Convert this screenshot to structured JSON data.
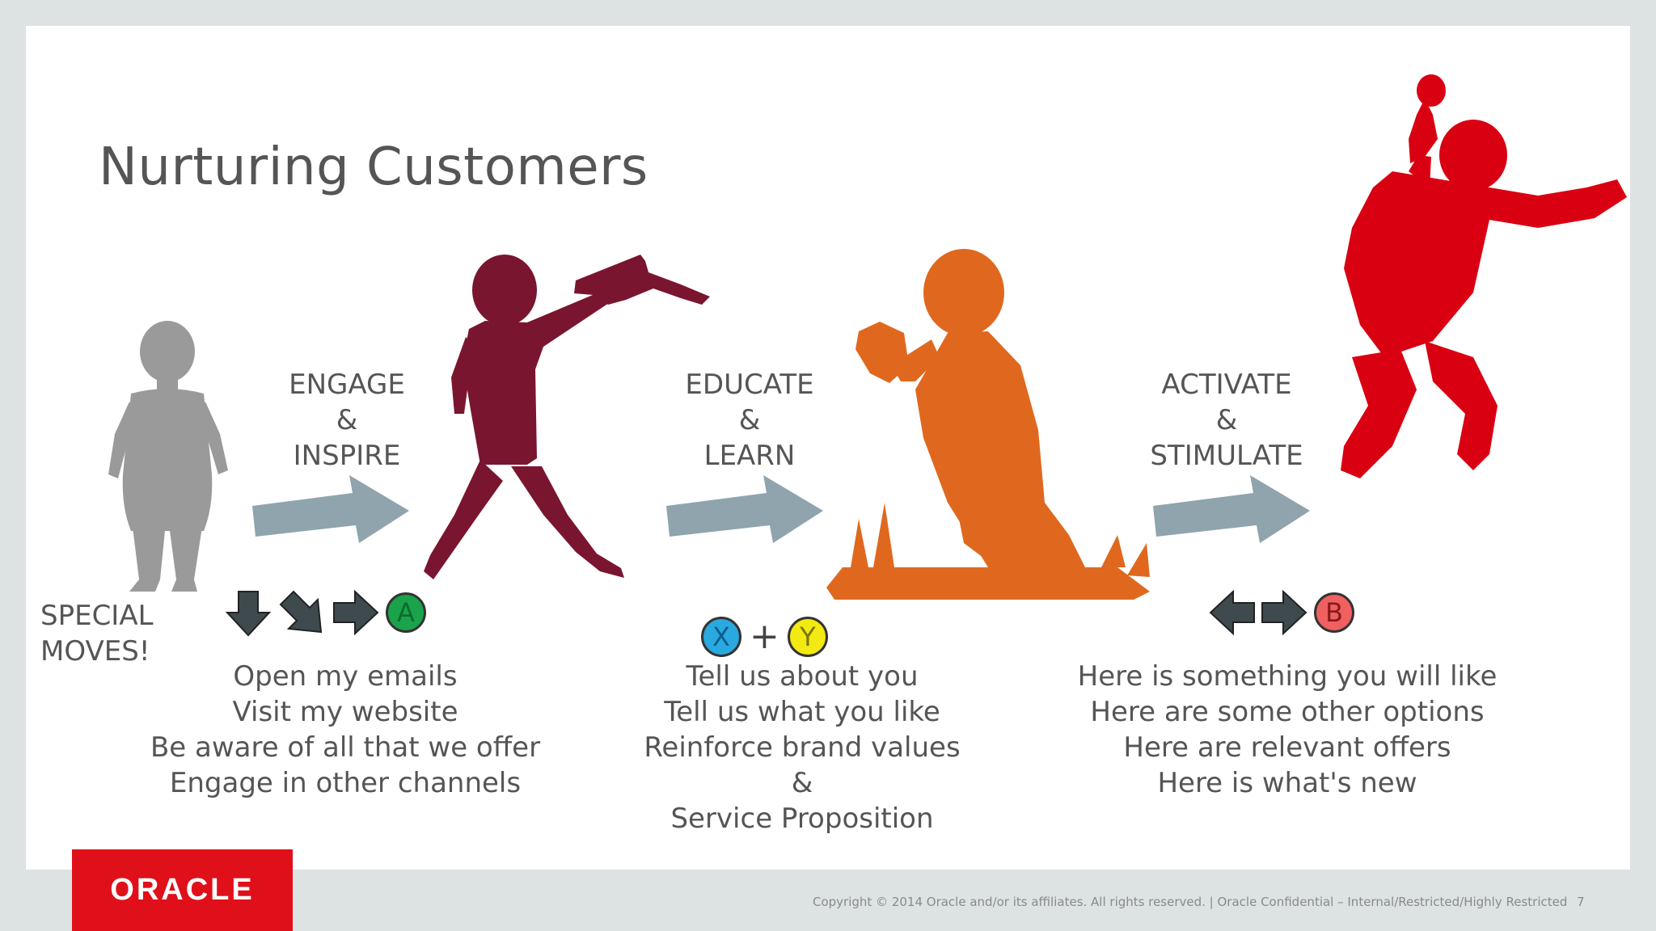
{
  "title": "Nurturing Customers",
  "stages": [
    {
      "l1": "ENGAGE",
      "l2": "&",
      "l3": "INSPIRE"
    },
    {
      "l1": "EDUCATE",
      "l2": "&",
      "l3": "LEARN"
    },
    {
      "l1": "ACTIVATE",
      "l2": "&",
      "l3": "STIMULATE"
    }
  ],
  "special_moves": {
    "l1": "SPECIAL",
    "l2": "MOVES!"
  },
  "buttons": {
    "a": "A",
    "x": "X",
    "plus": "+",
    "y": "Y",
    "b": "B"
  },
  "lists": [
    [
      "Open my emails",
      "Visit my website",
      "Be aware of all that we offer",
      "Engage in other channels"
    ],
    [
      "Tell us about you",
      "Tell us what you like",
      "Reinforce brand values",
      "&",
      "Service Proposition"
    ],
    [
      "Here is something you will like",
      "Here are some other options",
      "Here are relevant offers",
      "Here is what's new"
    ]
  ],
  "colors": {
    "toddler": "#9a9a9a",
    "boy_plane": "#7a1530",
    "boy_book": "#e0681e",
    "boy_jump": "#d90012",
    "arrow": "#8fa4ad",
    "button_a": "#1aa34a",
    "button_x": "#2aa8e0",
    "button_y": "#f2ea12",
    "button_b": "#f06060",
    "brand": "#e0101a"
  },
  "logo": "ORACLE",
  "footer": "Copyright © 2014 Oracle and/or its affiliates. All rights reserved.  |  Oracle Confidential – Internal/Restricted/Highly Restricted",
  "page_number": "7"
}
